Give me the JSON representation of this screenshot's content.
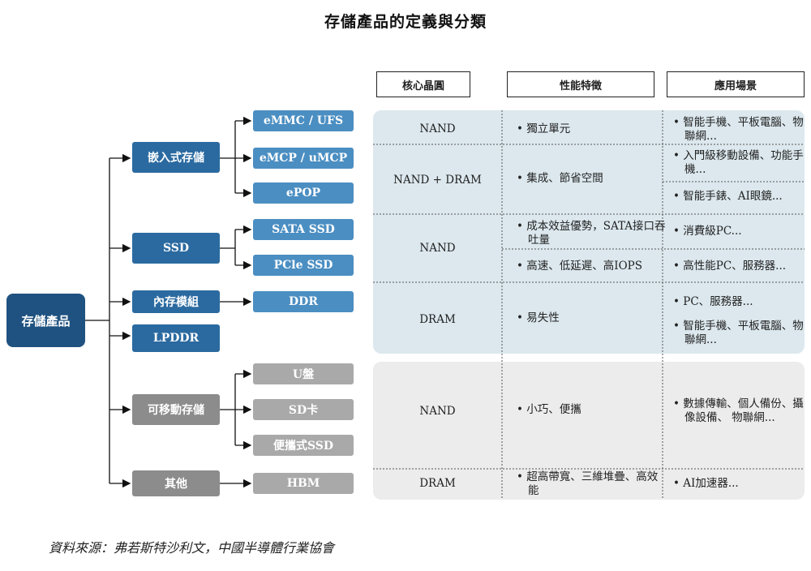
{
  "title": "存儲產品的定義與分類",
  "source": "資料來源：弗若斯特沙利文，中國半導體行業協會",
  "headers": [
    "核心晶圓",
    "性能特徵",
    "應用場景"
  ],
  "tree": {
    "root": "存儲產品",
    "embedded": {
      "label": "嵌入式存儲",
      "children": [
        "eMMC / UFS",
        "eMCP / uMCP",
        "ePOP"
      ]
    },
    "ssd": {
      "label": "SSD",
      "children": [
        "SATA SSD",
        "PCle SSD"
      ]
    },
    "module": {
      "label": "內存模組",
      "children": [
        "DDR"
      ]
    },
    "lpddr": {
      "label": "LPDDR"
    },
    "removable": {
      "label": "可移動存儲",
      "children": [
        "U盤",
        "SD卡",
        "便攜式SSD"
      ]
    },
    "other": {
      "label": "其他",
      "children": [
        "HBM"
      ]
    }
  },
  "rows": {
    "emmc": {
      "wafer": "NAND",
      "feature": "• 獨立單元",
      "app": "• 智能手機、平板電腦、物聯網..."
    },
    "emcp": {
      "wafer": "NAND + DRAM",
      "feature": "• 集成、節省空間",
      "app1": "• 入門級移動設備、功能手機...",
      "app2": "• 智能手錶、AI眼鏡..."
    },
    "ssd": {
      "wafer": "NAND",
      "feature1": "• 成本效益優勢，SATA接口吞吐量",
      "feature2": "• 高速、低延遲、高IOPS",
      "app1": "• 消費級PC...",
      "app2": "• 高性能PC、服務器..."
    },
    "dram": {
      "wafer": "DRAM",
      "feature": "• 易失性",
      "app1": "• PC、服務器...",
      "app2": "• 智能手機、平板電腦、物聯網..."
    },
    "removable": {
      "wafer": "NAND",
      "feature": "• 小巧、便攜",
      "app": "• 數據傳輸、個人備份、攝像設備、 物聯網..."
    },
    "hbm": {
      "wafer": "DRAM",
      "feature": "• 超高帶寬、三維堆疊、高效能",
      "app": "• AI加速器..."
    }
  },
  "colors": {
    "dark_blue": "#1f5280",
    "blue": "#4b8ec2",
    "gray": "#8c8c8c",
    "panel_blue": "#dce8ee",
    "panel_gray": "#ececec"
  }
}
